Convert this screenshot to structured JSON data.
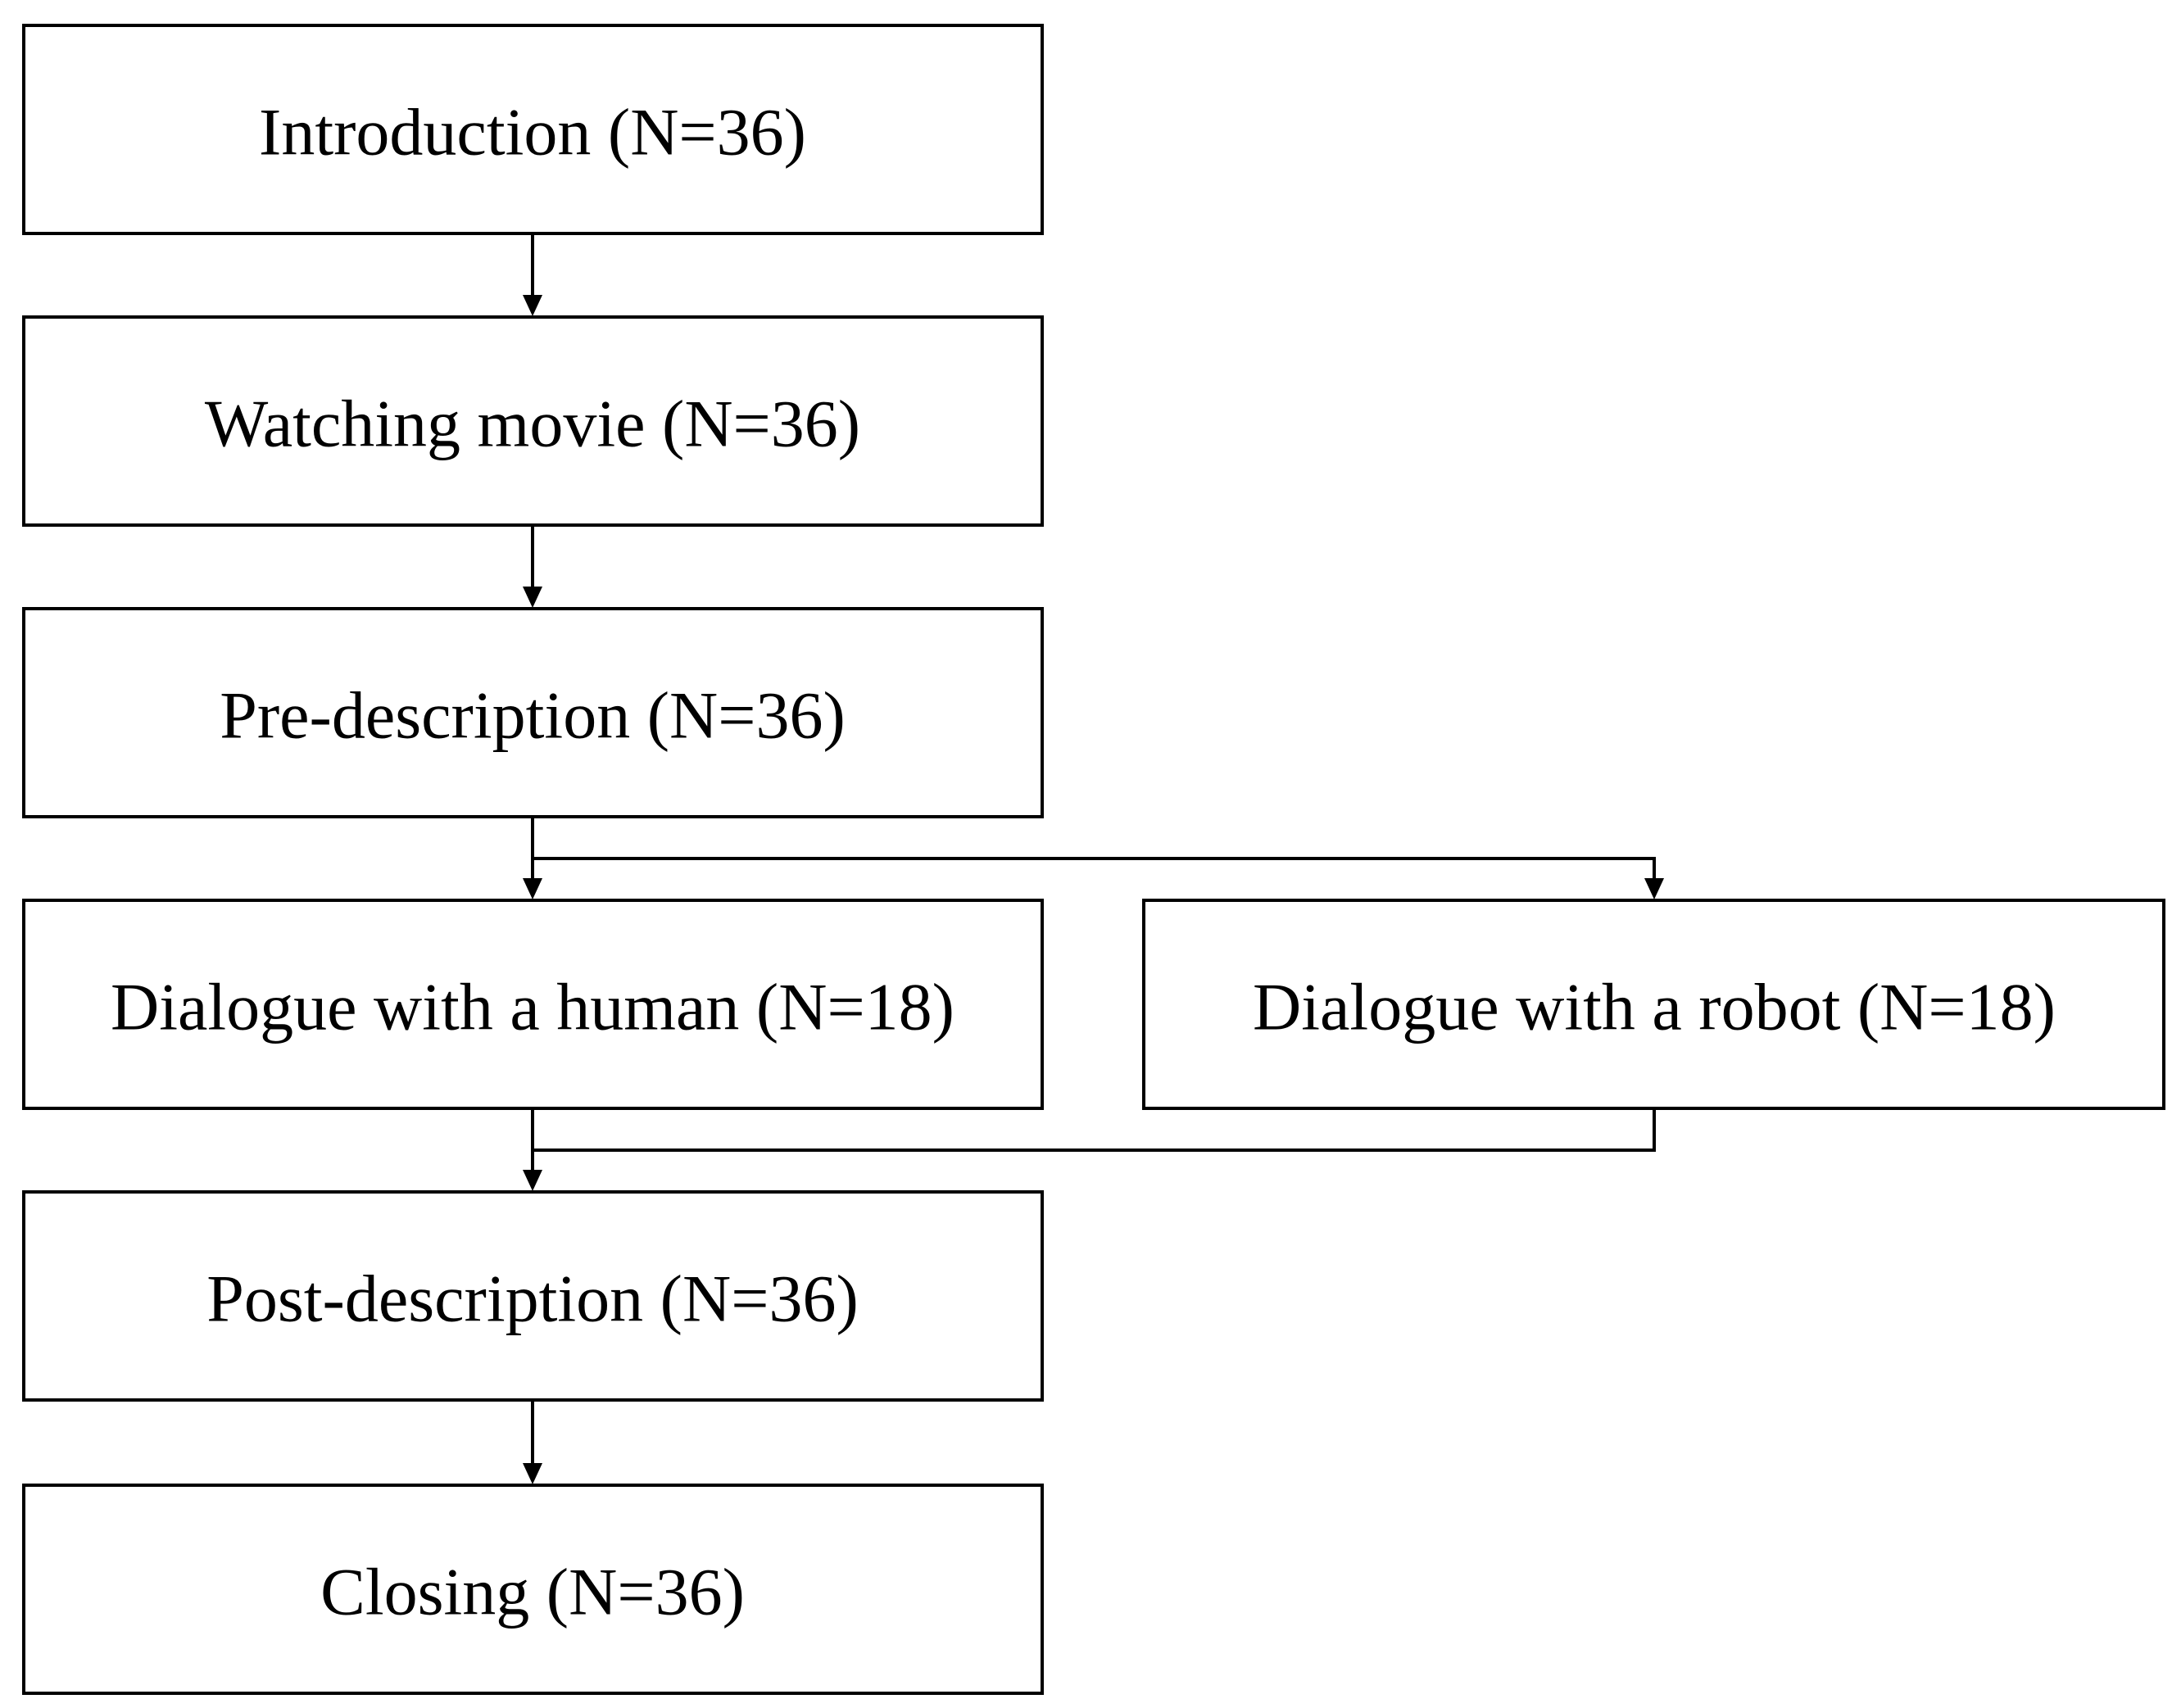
{
  "flowchart": {
    "nodes": [
      {
        "id": "introduction",
        "label": "Introduction (N=36)"
      },
      {
        "id": "watching-movie",
        "label": "Watching movie (N=36)"
      },
      {
        "id": "pre-description",
        "label": "Pre-description (N=36)"
      },
      {
        "id": "dialogue-human",
        "label": "Dialogue with a human (N=18)"
      },
      {
        "id": "dialogue-robot",
        "label": "Dialogue with a robot (N=18)"
      },
      {
        "id": "post-description",
        "label": "Post-description (N=36)"
      },
      {
        "id": "closing",
        "label": "Closing (N=36)"
      }
    ],
    "edges": [
      {
        "from": "introduction",
        "to": "watching-movie"
      },
      {
        "from": "watching-movie",
        "to": "pre-description"
      },
      {
        "from": "pre-description",
        "to": "dialogue-human"
      },
      {
        "from": "pre-description",
        "to": "dialogue-robot"
      },
      {
        "from": "dialogue-human",
        "to": "post-description"
      },
      {
        "from": "dialogue-robot",
        "to": "post-description"
      },
      {
        "from": "post-description",
        "to": "closing"
      }
    ]
  }
}
